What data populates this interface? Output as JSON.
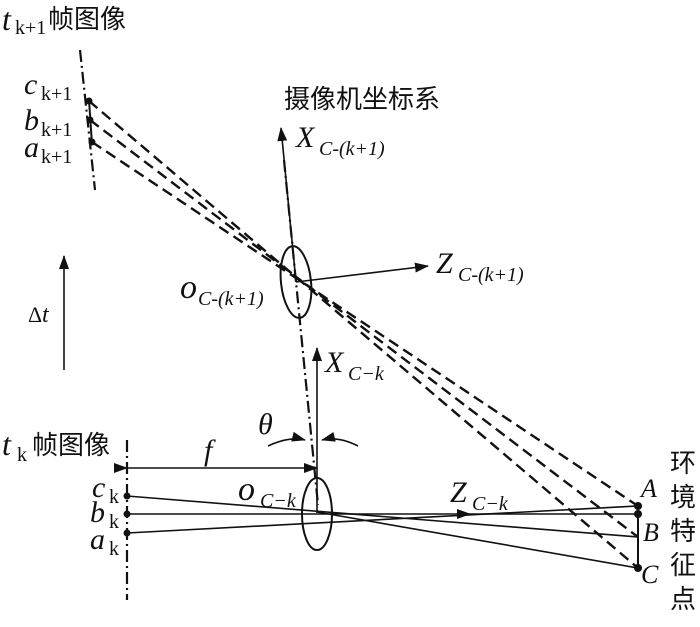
{
  "frames": {
    "upper": {
      "t": "t",
      "sub": "k+1",
      "suffix": " 帧图像"
    },
    "lower": {
      "t": "t",
      "sub": "k",
      "suffix": " 帧图像"
    }
  },
  "camera_title": "摄像机坐标系",
  "image_points_upper": [
    {
      "base": "c",
      "sub": "k+1"
    },
    {
      "base": "b",
      "sub": "k+1"
    },
    {
      "base": "a",
      "sub": "k+1"
    }
  ],
  "image_points_lower": [
    {
      "base": "c",
      "sub": "k"
    },
    {
      "base": "b",
      "sub": "k"
    },
    {
      "base": "a",
      "sub": "k"
    }
  ],
  "axes": {
    "x_upper": {
      "base": "X",
      "sub": "C-(k+1)"
    },
    "z_upper": {
      "base": "Z",
      "sub": "C-(k+1)"
    },
    "o_upper": {
      "base": "o",
      "sub": "C-(k+1)"
    },
    "x_lower": {
      "base": "X",
      "sub": "C−k"
    },
    "z_lower": {
      "base": "Z",
      "sub": "C−k"
    },
    "o_lower": {
      "base": "o",
      "sub": "C−k"
    }
  },
  "time_step": {
    "delta": "Δ",
    "var": "t"
  },
  "theta": "θ",
  "focal": "f",
  "world_points": [
    "A",
    "B",
    "C"
  ],
  "world_label": [
    "环",
    "境",
    "特",
    "征",
    "点"
  ]
}
